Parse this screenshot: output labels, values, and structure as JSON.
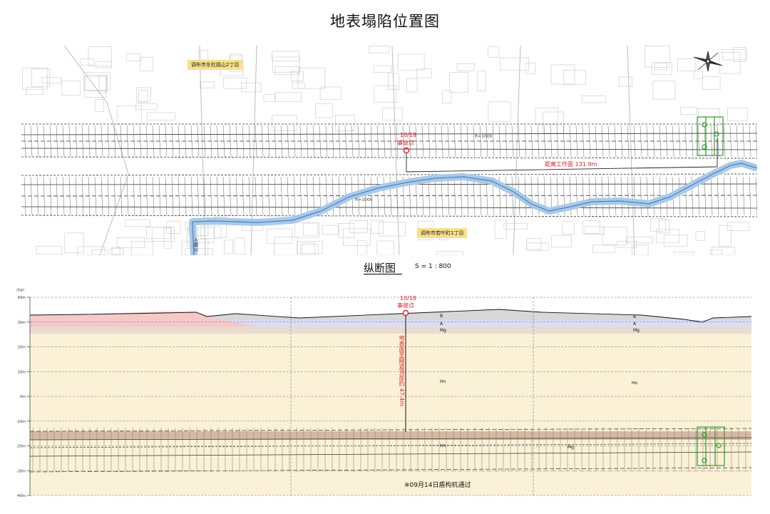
{
  "title": "地表塌陷位置图",
  "map": {
    "area_label_north": "调布市东杜鹃山2丁目",
    "area_label_south": "调布市若叶町1丁目",
    "accident_date": "10/18",
    "accident_label": "事故点",
    "distance_label": "距离工作面 131.9m",
    "river_label": "入間川",
    "track_label_1": "R=1000",
    "track_label_2": "R=1000",
    "colors": {
      "river": "#9ec3e6",
      "accident": "#e0202a",
      "shield": "#2a9d2a",
      "label_bg": "#f8e08a"
    },
    "icons": [
      "compass-rose-icon",
      "shield-machine-icon",
      "accident-point-icon"
    ]
  },
  "profile": {
    "title": "纵断图",
    "scale": "S = 1 : 800",
    "axis_unit": "（T.P）",
    "y_ticks": [
      {
        "label": "40m",
        "value": 40
      },
      {
        "label": "30m",
        "value": 30
      },
      {
        "label": "20m",
        "value": 20
      },
      {
        "label": "10m",
        "value": 10
      },
      {
        "label": "0m",
        "value": 0
      },
      {
        "label": "-10m",
        "value": -10
      },
      {
        "label": "-20m",
        "value": -20
      },
      {
        "label": "-30m",
        "value": -30
      },
      {
        "label": "-40m",
        "value": -40
      }
    ],
    "accident_date": "10/18",
    "accident_label": "事故点",
    "depth_label": "地表面至隧道顶部约 47.4m",
    "layers": [
      "B",
      "A",
      "Mg",
      "Hn",
      "Ho"
    ],
    "layer_labels_left": {
      "b": "B",
      "a": "A",
      "mg": "Mg",
      "hn": "Hn",
      "tunnel": "Hn"
    },
    "layer_labels_right": {
      "b": "B",
      "a": "A",
      "mg": "Mg",
      "ho": "Ho",
      "tunnel": "Mg"
    },
    "note": "※09月14日盾构机通过",
    "colors": {
      "sand": "#fbf1d6",
      "fill_pink": "#f6c9c9",
      "fill_blue": "#dcdcf3",
      "fill_gray": "#d8d8d8",
      "brown": "#c8a890"
    }
  }
}
